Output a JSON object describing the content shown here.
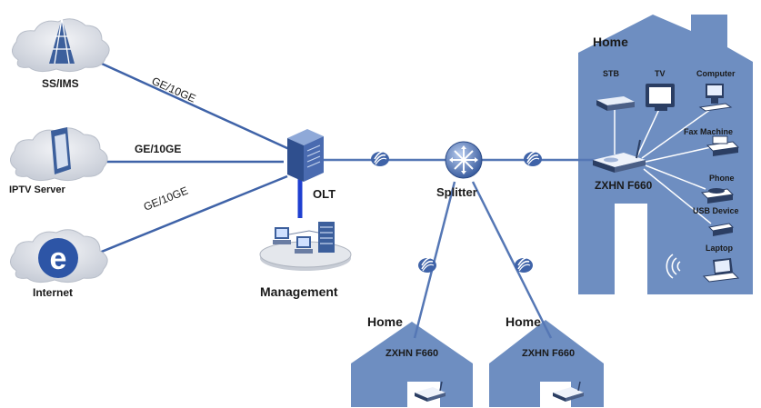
{
  "nodes": {
    "ss_ims": "SS/IMS",
    "iptv_server": "IPTV Server",
    "internet": "Internet",
    "olt": "OLT",
    "management": "Management",
    "splitter": "Splitter"
  },
  "links": {
    "ss_ims_olt": "GE/10GE",
    "iptv_olt": "GE/10GE",
    "internet_olt": "GE/10GE"
  },
  "main_home": {
    "title": "Home",
    "ont": "ZXHN F660",
    "devices": {
      "stb": "STB",
      "tv": "TV",
      "computer": "Computer",
      "fax": "Fax Machine",
      "phone": "Phone",
      "usb": "USB Device",
      "laptop": "Laptop"
    }
  },
  "home_left": {
    "title": "Home",
    "ont": "ZXHN F660"
  },
  "home_right": {
    "title": "Home",
    "ont": "ZXHN F660"
  },
  "colors": {
    "house": "#6e8ec1",
    "link": "#3f63a8",
    "fiber": "#5577b5",
    "mgmt_link": "#1f3fd0",
    "cloud": "#d8dce3",
    "device": "#3c5f9c"
  }
}
